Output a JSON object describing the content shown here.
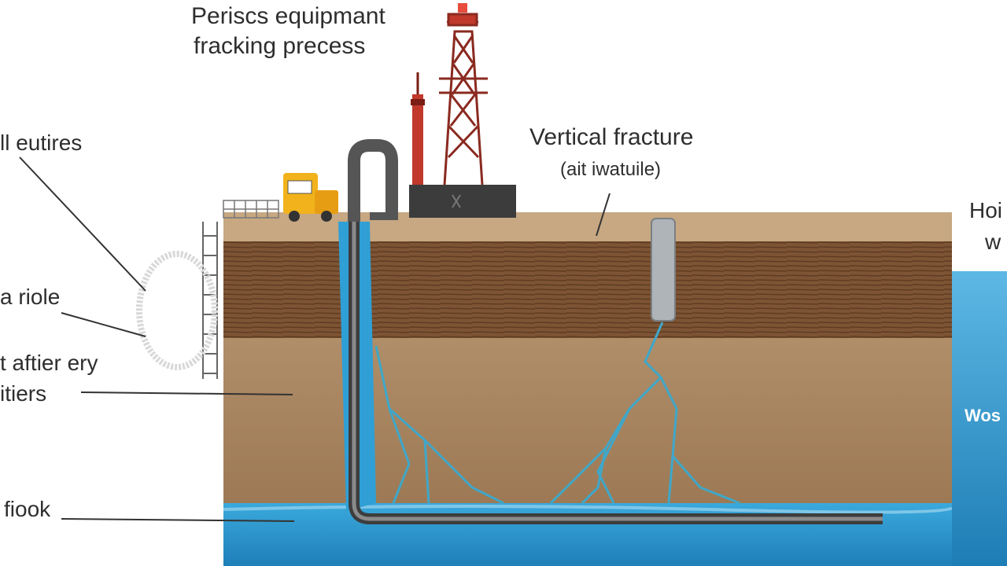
{
  "title": {
    "line1": "Perisсs equipmant",
    "line2": "fracking precess"
  },
  "labels": {
    "left_top": "ll eutires",
    "left_mid": "a riole",
    "left_lower_1": "t aftier ery",
    "left_lower_2": "itiers",
    "left_bottom": "fiook",
    "vertical_fracture_1": "Vertical fracture",
    "vertical_fracture_2": "(ait iwatuile)",
    "right_top_1": "Hoi",
    "right_top_2": "w",
    "right_water": "Wos"
  },
  "colors": {
    "topsoil": "#c7a882",
    "shale_band": "#7d5434",
    "rock": "#a98660",
    "water": "#2f9fd6",
    "water_light": "#7fc6e8",
    "pipe": "#5a5a5a",
    "derrick": "#8a2a20",
    "truck": "#f2b21b",
    "fracture_lines": "#3fa7c9"
  },
  "icons": [
    "drilling-rig-icon",
    "truck-icon",
    "flare-stack-icon",
    "wellhead-pipe-icon",
    "fence-icon",
    "ladder-icon"
  ]
}
